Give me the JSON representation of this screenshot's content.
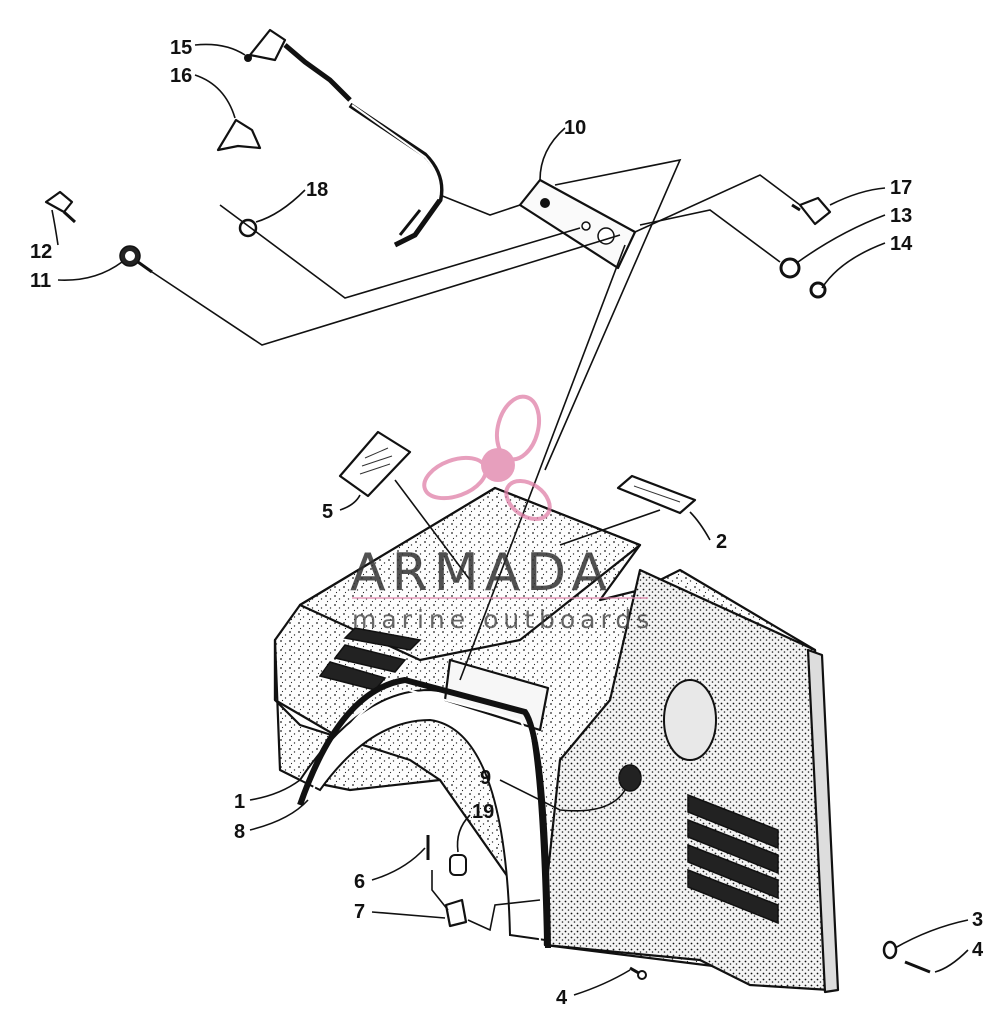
{
  "diagram": {
    "callouts": [
      {
        "id": "c15",
        "text": "15"
      },
      {
        "id": "c16",
        "text": "16"
      },
      {
        "id": "c10",
        "text": "10"
      },
      {
        "id": "c18",
        "text": "18"
      },
      {
        "id": "c17",
        "text": "17"
      },
      {
        "id": "c13",
        "text": "13"
      },
      {
        "id": "c14",
        "text": "14"
      },
      {
        "id": "c12",
        "text": "12"
      },
      {
        "id": "c11",
        "text": "11"
      },
      {
        "id": "c5",
        "text": "5"
      },
      {
        "id": "c2",
        "text": "2"
      },
      {
        "id": "c1",
        "text": "1"
      },
      {
        "id": "c8",
        "text": "8"
      },
      {
        "id": "c9",
        "text": "9"
      },
      {
        "id": "c19",
        "text": "19"
      },
      {
        "id": "c6",
        "text": "6"
      },
      {
        "id": "c7",
        "text": "7"
      },
      {
        "id": "c3",
        "text": "3"
      },
      {
        "id": "c4a",
        "text": "4"
      },
      {
        "id": "c4b",
        "text": "4"
      }
    ]
  },
  "watermark": {
    "title": "ARMADA",
    "subtitle": "marine outboards",
    "color": "#e080a8"
  }
}
